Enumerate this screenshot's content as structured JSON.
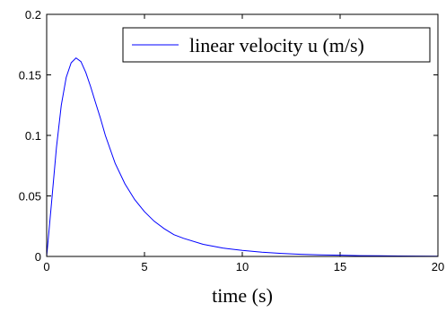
{
  "chart_data": {
    "type": "line",
    "title": "",
    "xlabel": "time (s)",
    "ylabel": "",
    "xlim": [
      0,
      20
    ],
    "ylim": [
      0,
      0.2
    ],
    "xticks": [
      0,
      5,
      10,
      15,
      20
    ],
    "yticks": [
      0,
      0.05,
      0.1,
      0.15,
      0.2
    ],
    "xtick_labels": [
      "0",
      "5",
      "10",
      "15",
      "20"
    ],
    "ytick_labels": [
      "0",
      "0.05",
      "0.1",
      "0.15",
      "0.2"
    ],
    "grid": false,
    "legend_position": "top-right",
    "series": [
      {
        "name": "linear velocity u (m/s)",
        "color": "#0000ff",
        "x": [
          0,
          0.25,
          0.5,
          0.75,
          1.0,
          1.25,
          1.5,
          1.75,
          2.0,
          2.25,
          2.5,
          2.75,
          3.0,
          3.5,
          4.0,
          4.5,
          5.0,
          5.5,
          6.0,
          6.5,
          7.0,
          8.0,
          9.0,
          10.0,
          11.0,
          12.0,
          13.0,
          14.0,
          15.0,
          16.0,
          17.0,
          18.0,
          19.0,
          20.0
        ],
        "y": [
          0,
          0.045,
          0.09,
          0.125,
          0.148,
          0.16,
          0.164,
          0.161,
          0.152,
          0.14,
          0.127,
          0.114,
          0.1,
          0.077,
          0.06,
          0.047,
          0.037,
          0.029,
          0.023,
          0.018,
          0.015,
          0.01,
          0.007,
          0.005,
          0.0035,
          0.0025,
          0.0018,
          0.0013,
          0.001,
          0.0007,
          0.0005,
          0.0004,
          0.0003,
          0.0002
        ]
      }
    ]
  }
}
